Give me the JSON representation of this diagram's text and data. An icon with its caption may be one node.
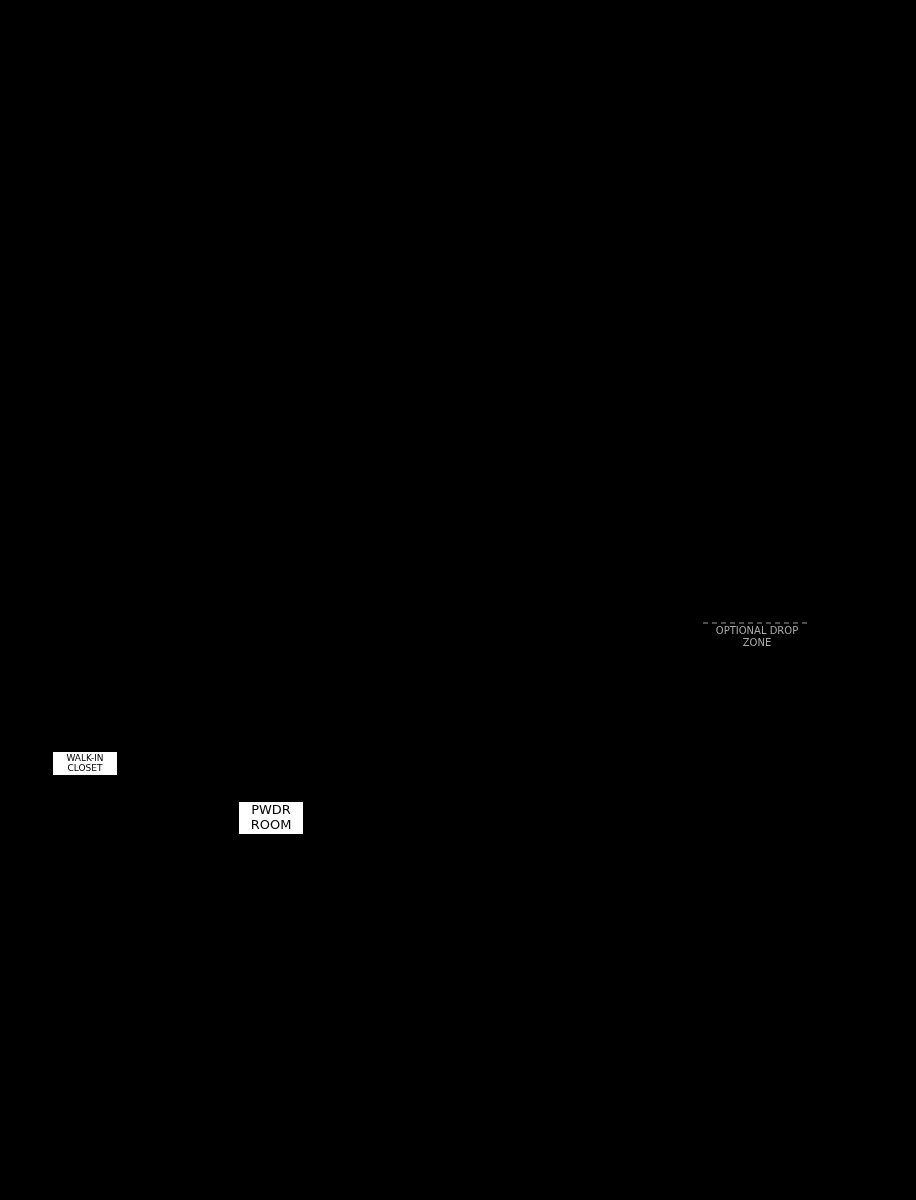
{
  "diagram": {
    "labels": [
      "OPTIONAL DROP ZONE",
      "WALK-IN CLOSET",
      "PWDR ROOM"
    ]
  }
}
